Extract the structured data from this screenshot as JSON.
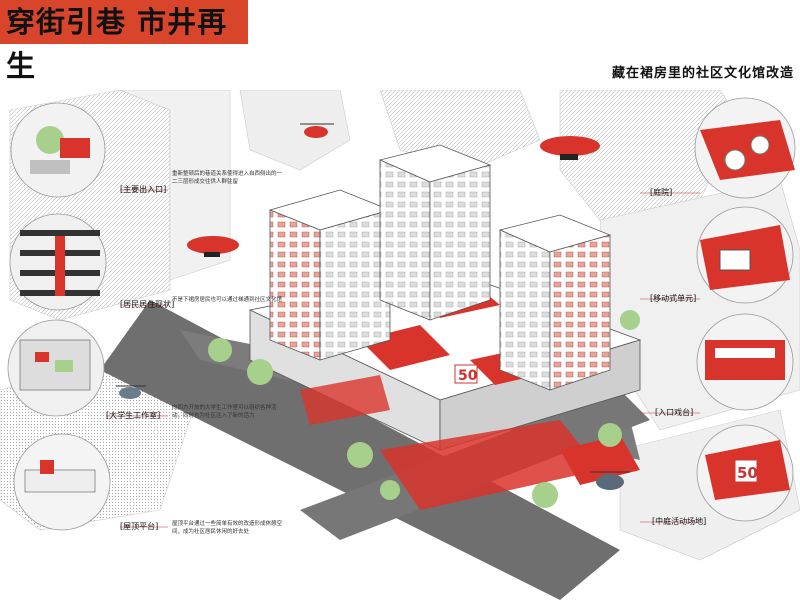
{
  "header": {
    "title": "穿街引巷 市井再生",
    "subtitle": "藏在裙房里的社区文化馆改造"
  },
  "labels": {
    "main_entrance": "[主要出入口]",
    "residential_status": "[居民居住现状]",
    "student_studio": "[大学生工作室]",
    "rooftop_platform": "[屋顶平台]",
    "courtyard": "[庭院]",
    "movable_unit": "[移动式单元]",
    "entrance_stage": "[入口戏台]",
    "central_activity": "[中庭活动场地]"
  },
  "notes": {
    "entrance_note": "重新整顿后的巷道关系使得进入自西侧出的一二三层形成交往供人群驻留",
    "residential_note": "不是下裙房居民也可以通过梯通到社区文化馆",
    "student_note": "向四方开放的大学生工作室可以组织各种活动，同时也为社区注入了新的活力",
    "rooftop_note": "屋顶平台通过一些简单有效的改造形成休憩空间，成为社区居民休闲的好去处"
  },
  "colors": {
    "accent": "#d8452b",
    "red": "#d9342b",
    "grey": "#8a8a8a"
  }
}
